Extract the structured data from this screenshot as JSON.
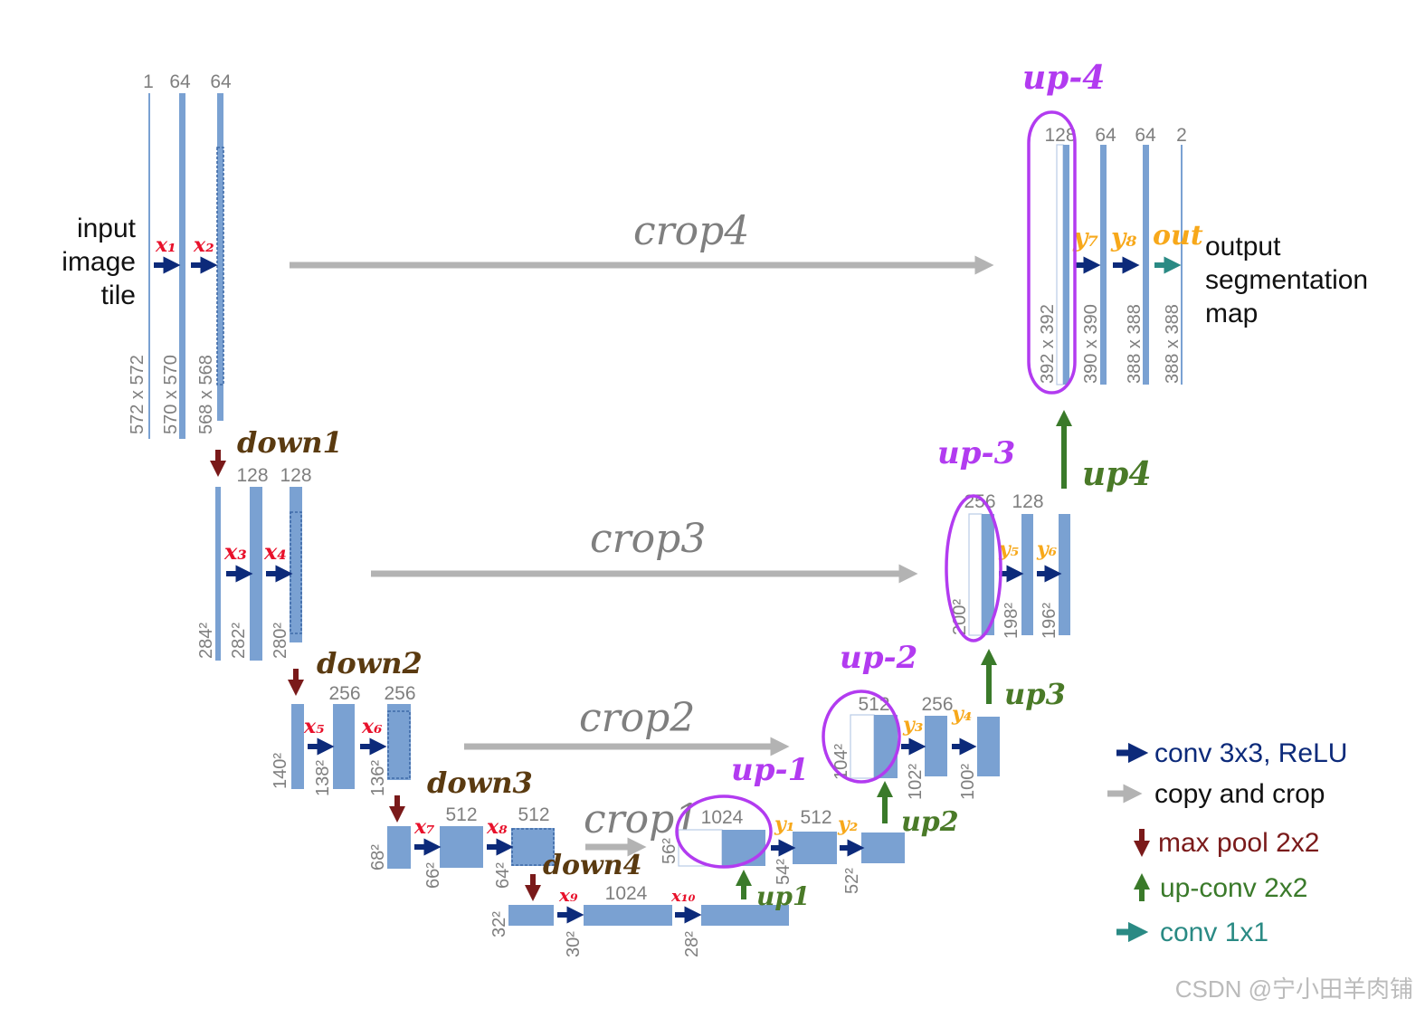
{
  "colors": {
    "blob": "#7aa1d2",
    "blob_outline": "#3e6aa8",
    "conv": "#0c2a7a",
    "copy": "#b3b3b3",
    "pool": "#7a1a1a",
    "upconv": "#3a7a2a",
    "conv1x1": "#2a8a84",
    "x_annot": "#e8112b",
    "y_annot": "#f7a81a",
    "down_annot": "#5a3a10",
    "up_circle": "#b23bf0",
    "up_green": "#4a7a28"
  },
  "input_label": [
    "input",
    "image",
    "tile"
  ],
  "output_label": [
    "output",
    "segmentation",
    "map"
  ],
  "encoder": {
    "level1": {
      "channels": [
        "1",
        "64",
        "64"
      ],
      "sizes": [
        "572 x 572",
        "570 x 570",
        "568 x 568"
      ],
      "conv_marks": [
        "x₁",
        "x₂"
      ]
    },
    "level2": {
      "channels": [
        "128",
        "128"
      ],
      "sizes": [
        "284²",
        "282²",
        "280²"
      ],
      "conv_marks": [
        "x₃",
        "x₄"
      ]
    },
    "level3": {
      "channels": [
        "256",
        "256"
      ],
      "sizes": [
        "140²",
        "138²",
        "136²"
      ],
      "conv_marks": [
        "x₅",
        "x₆"
      ]
    },
    "level4": {
      "channels": [
        "512",
        "512"
      ],
      "sizes": [
        "68²",
        "66²",
        "64²"
      ],
      "conv_marks": [
        "x₇",
        "x₈"
      ]
    },
    "bottom": {
      "channels": [
        "1024"
      ],
      "sizes": [
        "32²",
        "30²",
        "28²"
      ],
      "conv_marks": [
        "x₉",
        "x₁₀"
      ]
    }
  },
  "decoder": {
    "level4": {
      "channels": [
        "1024",
        "512"
      ],
      "sizes": [
        "56²",
        "54²",
        "52²"
      ],
      "conv_marks": [
        "y₁",
        "y₂"
      ],
      "up_label": "up-1"
    },
    "level3": {
      "channels": [
        "512",
        "256"
      ],
      "sizes": [
        "104²",
        "102²",
        "100²"
      ],
      "conv_marks": [
        "y₃",
        "y₄"
      ],
      "up_label": "up-2"
    },
    "level2": {
      "channels": [
        "256",
        "128"
      ],
      "sizes": [
        "200²",
        "198²",
        "196²"
      ],
      "conv_marks": [
        "y₅",
        "y₆"
      ],
      "up_label": "up-3"
    },
    "level1": {
      "channels": [
        "128",
        "64",
        "64",
        "2"
      ],
      "sizes": [
        "392 x 392",
        "390 x 390",
        "388 x 388",
        "388 x 388"
      ],
      "conv_marks": [
        "y₇",
        "y₈"
      ],
      "up_label": "up-4",
      "out_label": "out"
    }
  },
  "down_labels": [
    "down1",
    "down2",
    "down3",
    "down4"
  ],
  "upconv_labels": [
    "up1",
    "up2",
    "up3",
    "up4"
  ],
  "crop_labels": [
    "crop4",
    "crop3",
    "crop2",
    "crop1"
  ],
  "legend": [
    {
      "label": "conv 3x3, ReLU",
      "icon": "right-arrow-icon"
    },
    {
      "label": "copy and crop",
      "icon": "gray-arrow-icon"
    },
    {
      "label": "max pool 2x2",
      "icon": "down-arrow-icon"
    },
    {
      "label": "up-conv 2x2",
      "icon": "up-arrow-icon"
    },
    {
      "label": "conv 1x1",
      "icon": "teal-arrow-icon"
    }
  ],
  "watermark": "CSDN @宁小田羊肉铺"
}
